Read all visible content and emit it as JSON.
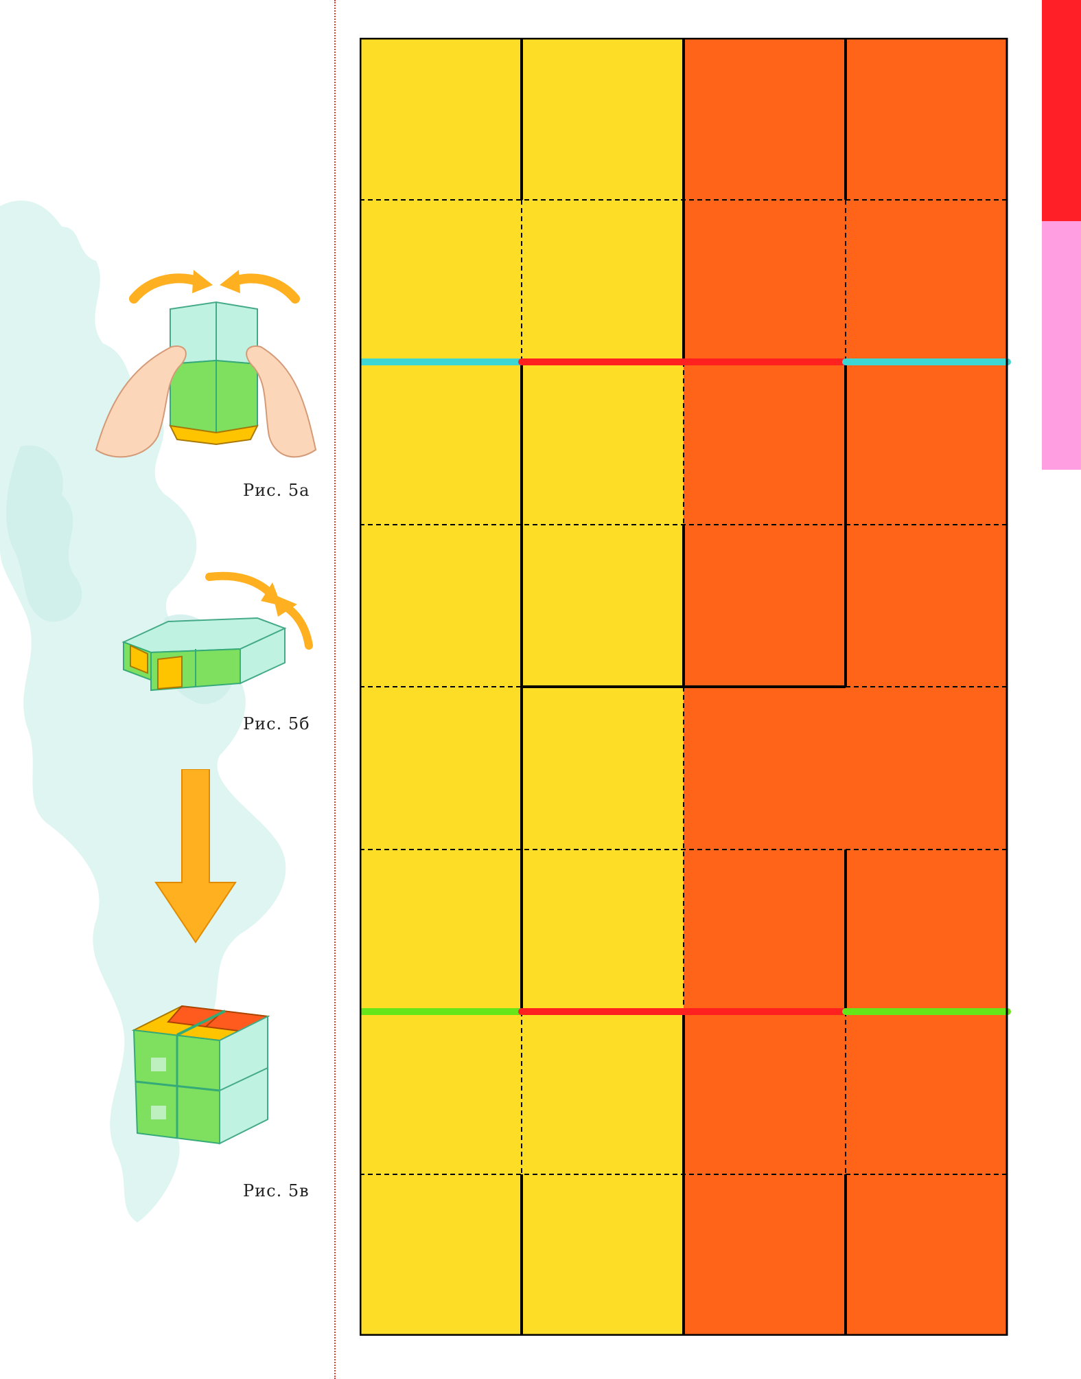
{
  "captions": {
    "fig_5a": "Рис. 5а",
    "fig_5b": "Рис. 5б",
    "fig_5v": "Рис. 5в"
  },
  "colors": {
    "yellow": "#FDDD25",
    "orange": "#FF6418",
    "red_fold": "#FF2020",
    "cyan_fold": "#3ED6D2",
    "green_fold": "#66E619",
    "tab_red": "#FF1F26",
    "tab_pink": "#FF9EE0",
    "cube_green": "#7FE060",
    "cube_mint": "#BFF2E0",
    "cube_yellow": "#FFC400",
    "cube_orange": "#FF5B1E",
    "arrow_orange": "#FFB020",
    "background_blob": "#D8F3EE"
  },
  "template": {
    "columns": 4,
    "rows": 8,
    "column_colors": [
      "yellow",
      "yellow",
      "orange",
      "orange"
    ]
  },
  "icons": {
    "rotate_arrows": "curved-arrow-icon",
    "down_arrow": "down-arrow-icon",
    "hands": "hands-folding-illustration",
    "cube": "folded-cube-illustration"
  }
}
